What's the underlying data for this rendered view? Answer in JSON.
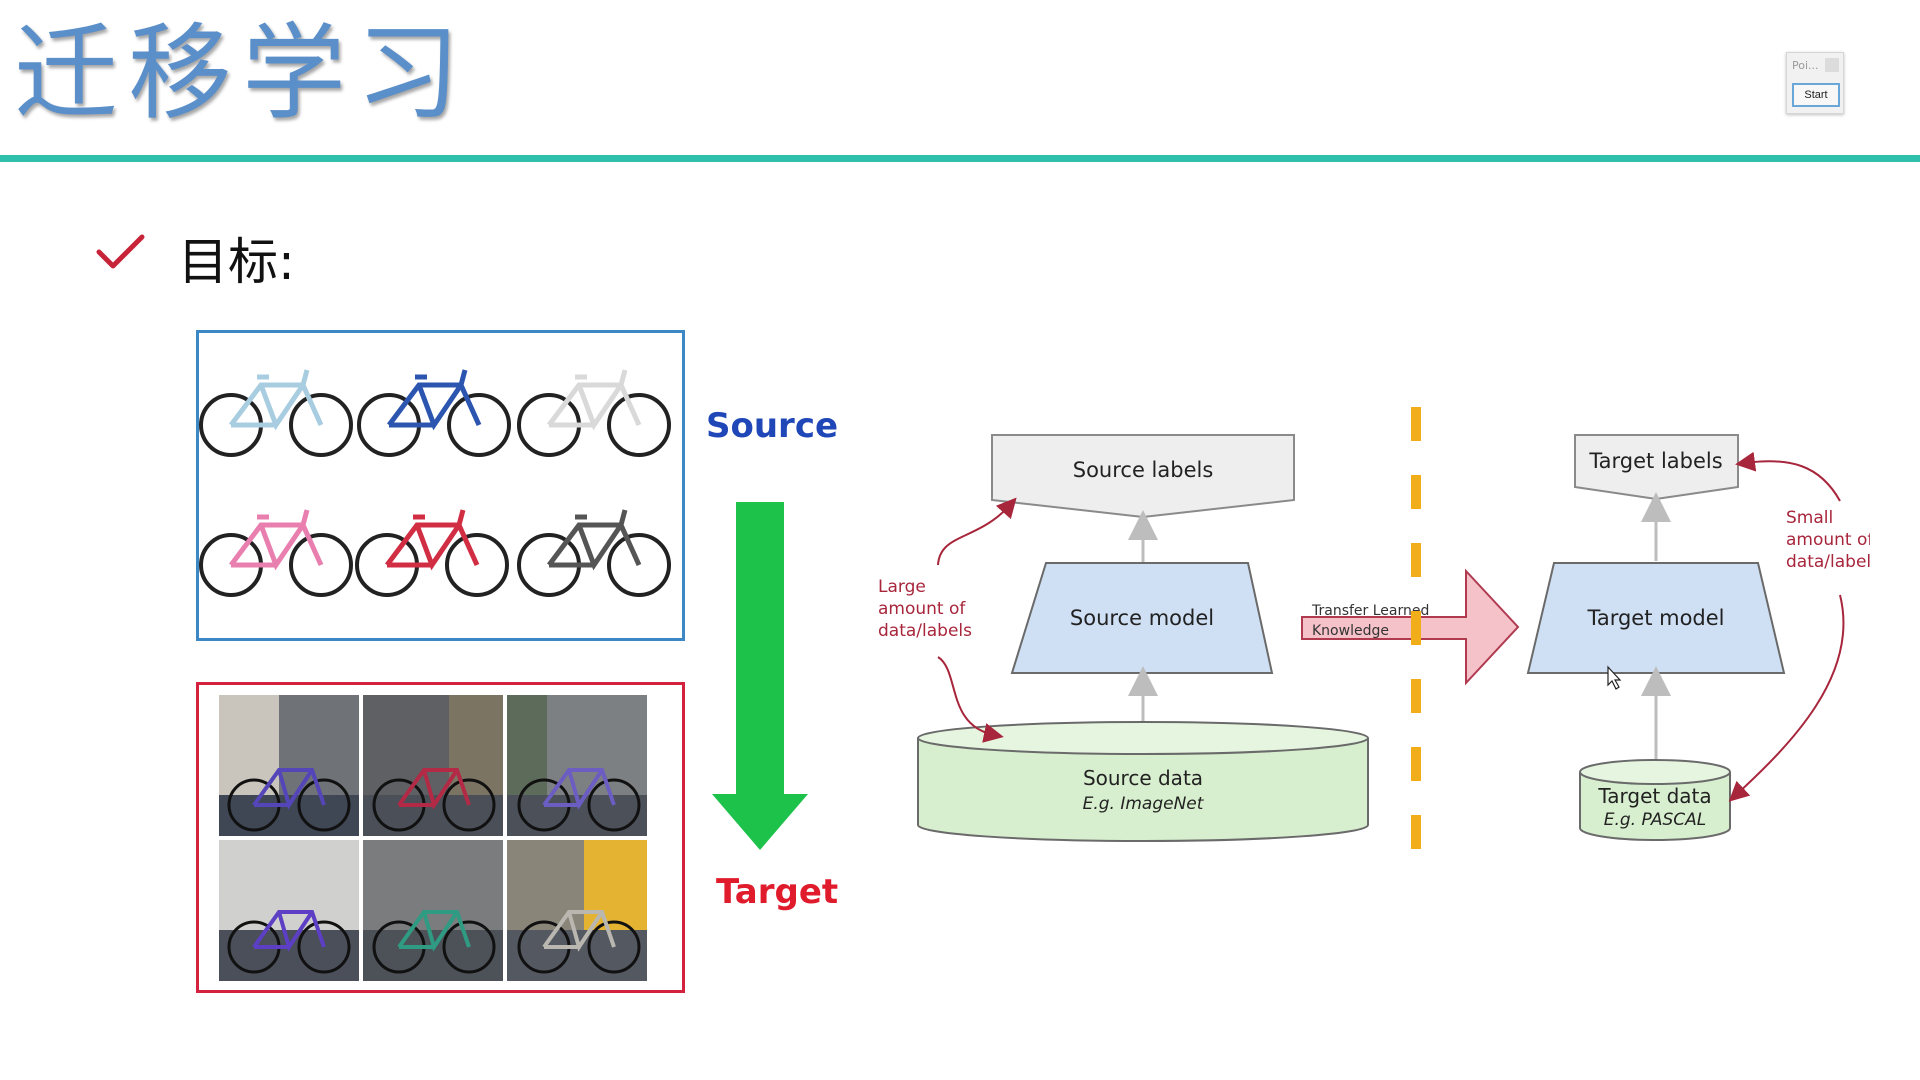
{
  "slide": {
    "title": "迁移学习",
    "goal_label": "目标:"
  },
  "widget": {
    "label": "Poi...",
    "start_button": "Start"
  },
  "images": {
    "source_label": "Source",
    "target_label": "Target"
  },
  "diagram": {
    "source_labels": "Source labels",
    "source_model": "Source model",
    "source_data": "Source data",
    "source_data_example": "E.g. ImageNet",
    "large_note_1": "Large",
    "large_note_2": "amount of",
    "large_note_3": "data/labels",
    "transfer_1": "Transfer Learned",
    "transfer_2": "Knowledge",
    "target_labels": "Target labels",
    "target_model": "Target model",
    "target_data": "Target data",
    "target_data_example": "E.g. PASCAL",
    "small_note_1": "Small",
    "small_note_2": "amount of",
    "small_note_3": "data/labels"
  },
  "colors": {
    "title": "#5b8fc9",
    "rule": "#2ec0ad",
    "source": "#1f47b7",
    "target": "#df1b2c",
    "arrow_green": "#1cc24a",
    "annotation": "#a8263c"
  }
}
